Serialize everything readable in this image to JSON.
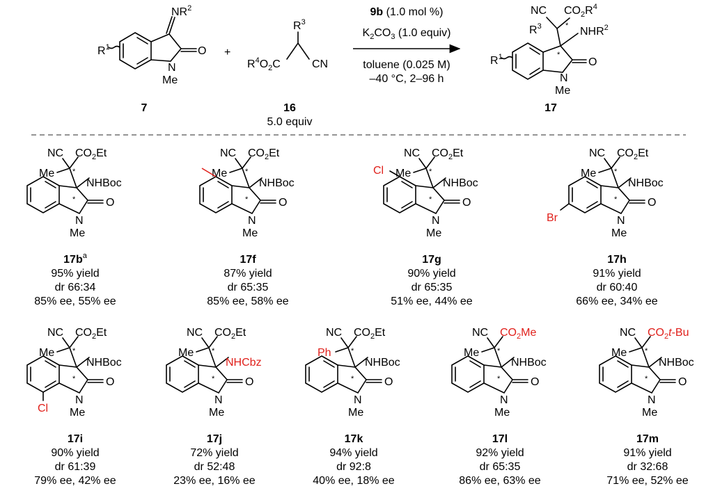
{
  "reaction": {
    "reactant1": {
      "number": "7",
      "groups": {
        "imine": "NR",
        "imine_sup": "2",
        "carbonyl": "O",
        "n_label": "N",
        "n_sub": "Me",
        "r1": "R",
        "r1_sup": "1"
      }
    },
    "plus": "+",
    "reactant2": {
      "number": "16",
      "amount": "5.0 equiv",
      "groups": {
        "r3": "R",
        "r3_sup": "3",
        "ester": "R",
        "ester_sup": "4",
        "ester_tail": "O",
        "ester_sub2": "2",
        "ester_c": "C",
        "nitrile": "CN"
      }
    },
    "conditions": {
      "catalyst_bold": "9b",
      "catalyst_rest": " (1.0 mol %)",
      "base_pre": "K",
      "base_sub1": "2",
      "base_mid": "CO",
      "base_sub2": "3",
      "base_rest": " (1.0 equiv)",
      "solvent": "toluene (0.025 M)",
      "temp_time": "–40 °C, 2–96 h"
    },
    "product": {
      "number": "17",
      "groups": {
        "nc": "NC",
        "co2r": "CO",
        "co2r_sub": "2",
        "co2r_r": "R",
        "co2r_sup": "4",
        "r3": "R",
        "r3_sup": "3",
        "nhr": "NHR",
        "nhr_sup": "2",
        "carbonyl": "O",
        "n_label": "N",
        "n_sub": "Me",
        "r1": "R",
        "r1_sup": "1",
        "star": "*"
      }
    }
  },
  "compounds": [
    {
      "id": "17b",
      "note": "a",
      "yield": "95% yield",
      "dr": "dr 66:34",
      "ee": "85% ee, 55% ee",
      "alpha": "Me",
      "nitrile": "NC",
      "ester": "CO2Et",
      "amine": "NHBoc",
      "ring_sub": "",
      "amine_red": false,
      "ester_red": false,
      "alpha_red": false
    },
    {
      "id": "17f",
      "note": "",
      "yield": "87% yield",
      "dr": "dr 65:35",
      "ee": "85% ee, 58% ee",
      "alpha": "Me",
      "nitrile": "NC",
      "ester": "CO2Et",
      "amine": "NHBoc",
      "ring_sub": "methyl-5",
      "amine_red": false,
      "ester_red": false,
      "alpha_red": false
    },
    {
      "id": "17g",
      "note": "",
      "yield": "90% yield",
      "dr": "dr 65:35",
      "ee": "51% ee, 44% ee",
      "alpha": "Me",
      "nitrile": "NC",
      "ester": "CO2Et",
      "amine": "NHBoc",
      "ring_sub": "Cl",
      "amine_red": false,
      "ester_red": false,
      "alpha_red": false
    },
    {
      "id": "17h",
      "note": "",
      "yield": "91% yield",
      "dr": "dr 60:40",
      "ee": "66% ee, 34% ee",
      "alpha": "Me",
      "nitrile": "NC",
      "ester": "CO2Et",
      "amine": "NHBoc",
      "ring_sub": "Br",
      "amine_red": false,
      "ester_red": false,
      "alpha_red": false
    },
    {
      "id": "17i",
      "note": "",
      "yield": "90% yield",
      "dr": "dr 61:39",
      "ee": "79% ee, 42% ee",
      "alpha": "Me",
      "nitrile": "NC",
      "ester": "CO2Et",
      "amine": "NHBoc",
      "ring_sub": "Cl",
      "amine_red": false,
      "ester_red": false,
      "alpha_red": false
    },
    {
      "id": "17j",
      "note": "",
      "yield": "72% yield",
      "dr": "dr 52:48",
      "ee": "23% ee, 16% ee",
      "alpha": "Me",
      "nitrile": "NC",
      "ester": "CO2Et",
      "amine": "NHCbz",
      "ring_sub": "",
      "amine_red": true,
      "ester_red": false,
      "alpha_red": false
    },
    {
      "id": "17k",
      "note": "",
      "yield": "94% yield",
      "dr": "dr 92:8",
      "ee": "40% ee, 18% ee",
      "alpha": "Ph",
      "nitrile": "NC",
      "ester": "CO2Et",
      "amine": "NHBoc",
      "ring_sub": "",
      "amine_red": false,
      "ester_red": false,
      "alpha_red": true
    },
    {
      "id": "17l",
      "note": "",
      "yield": "92% yield",
      "dr": "dr 65:35",
      "ee": "86% ee, 63% ee",
      "alpha": "Me",
      "nitrile": "NC",
      "ester": "CO2Me",
      "amine": "NHBoc",
      "ring_sub": "",
      "amine_red": false,
      "ester_red": true,
      "alpha_red": false
    },
    {
      "id": "17m",
      "note": "",
      "yield": "91% yield",
      "dr": "dr 32:68",
      "ee": "71% ee, 52% ee",
      "alpha": "Me",
      "nitrile": "NC",
      "ester": "CO2t-Bu",
      "amine": "NHBoc",
      "ring_sub": "",
      "amine_red": false,
      "ester_red": true,
      "alpha_red": false
    }
  ],
  "colors": {
    "highlight": "#e0201b",
    "ink": "#000000"
  }
}
